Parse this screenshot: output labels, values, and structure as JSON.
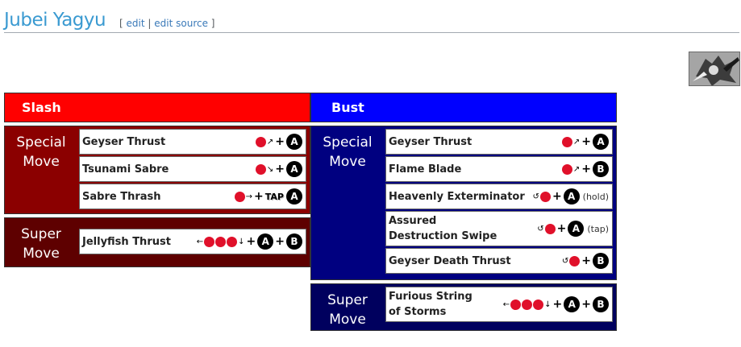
{
  "page": {
    "title": "Jubei Yagyu",
    "edit_open": "[",
    "edit": "edit",
    "sep": "|",
    "edit_source": "edit source",
    "edit_close": "]"
  },
  "slash": {
    "header": "Slash",
    "special": {
      "label1": "Special",
      "label2": "Move",
      "moves": [
        {
          "name": "Geyser Thrust",
          "button": "A"
        },
        {
          "name": "Tsunami Sabre",
          "button": "A"
        },
        {
          "name": "Sabre Thrash",
          "button": "A",
          "tap": "TAP"
        }
      ]
    },
    "super": {
      "label1": "Super",
      "label2": "Move",
      "moves": [
        {
          "name": "Jellyfish Thrust",
          "button1": "A",
          "button2": "B"
        }
      ]
    }
  },
  "bust": {
    "header": "Bust",
    "special": {
      "label1": "Special",
      "label2": "Move",
      "moves": [
        {
          "name": "Geyser Thrust",
          "button": "A"
        },
        {
          "name": "Flame Blade",
          "button": "B"
        },
        {
          "name": "Heavenly Exterminator",
          "button": "A",
          "note": "(hold)"
        },
        {
          "name": "Assured\nDestruction Swipe",
          "button": "A",
          "note": "(tap)"
        },
        {
          "name": "Geyser Death Thrust",
          "button": "B"
        }
      ]
    },
    "super": {
      "label1": "Super",
      "label2": "Move",
      "moves": [
        {
          "name": "Furious String\nof Storms",
          "button1": "A",
          "button2": "B"
        }
      ]
    }
  },
  "colors": {
    "slash_header": "#ff0000",
    "slash_special": "#8b0000",
    "slash_super": "#5e0000",
    "bust_header": "#0000ff",
    "bust_special": "#000080",
    "bust_super": "#00005e",
    "stick_dot": "#e0102a",
    "title": "#3a9ad1"
  }
}
